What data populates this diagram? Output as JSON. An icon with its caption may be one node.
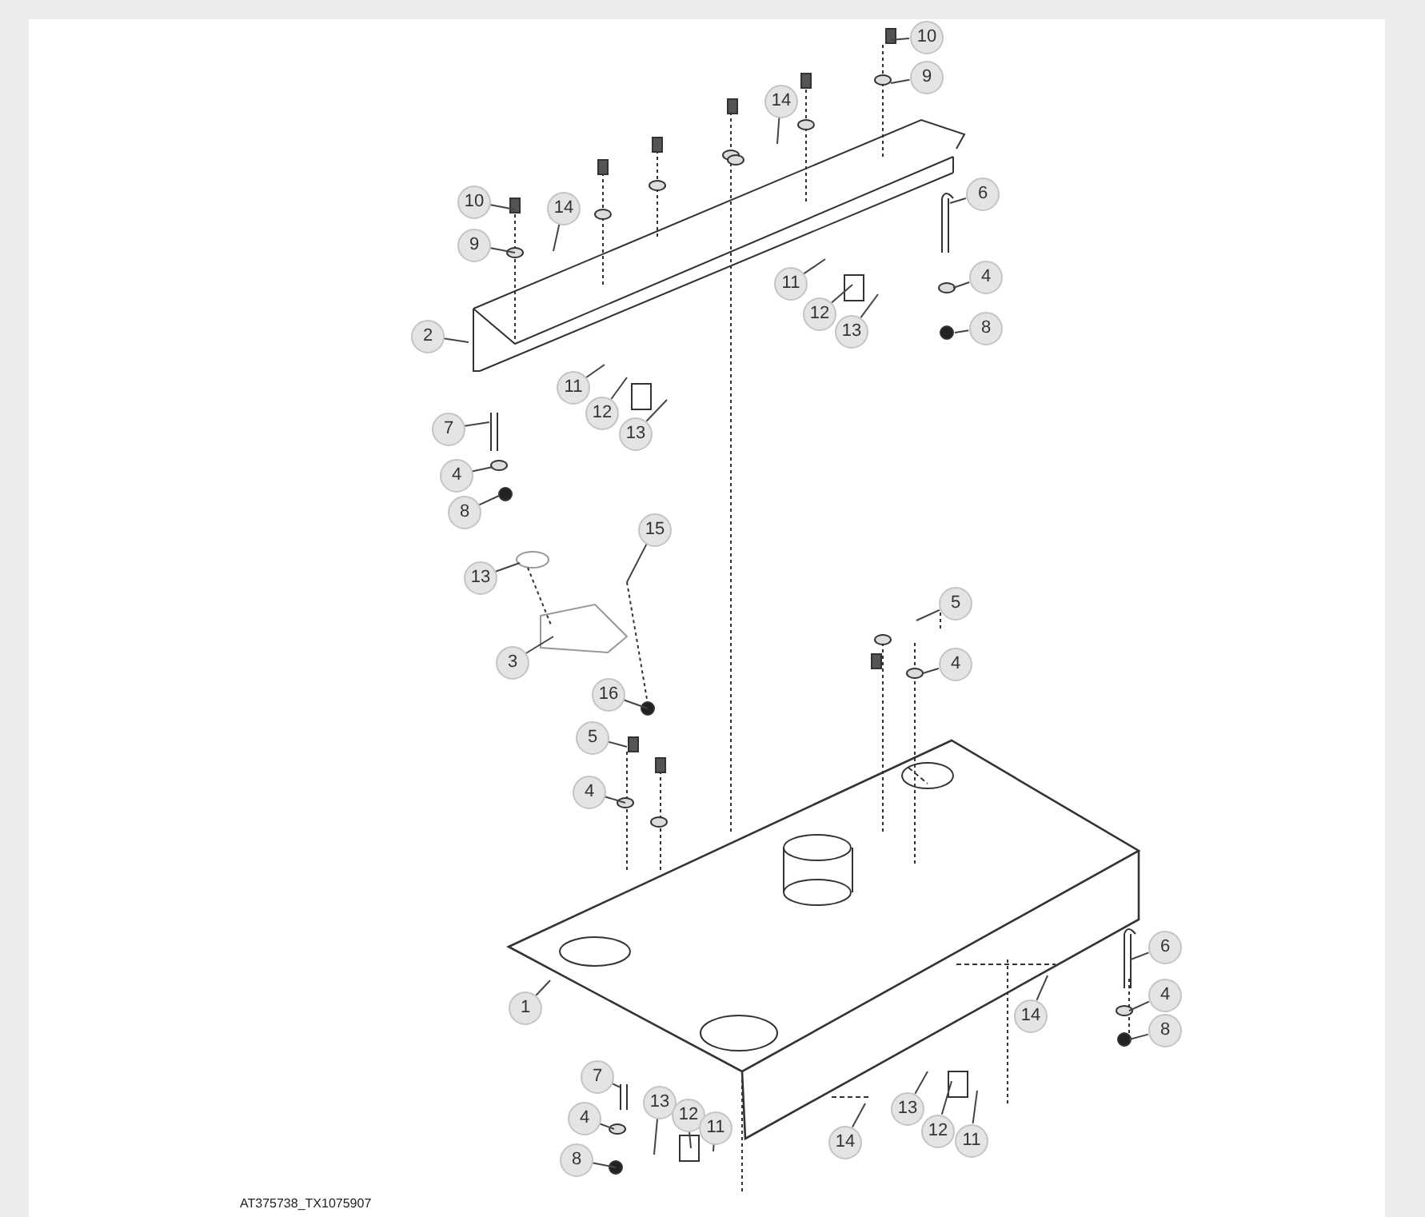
{
  "diagram": {
    "nodes": [
      {
        "text": [
          "10"
        ]
      },
      {
        "text": [
          "9"
        ]
      },
      {
        "text": [
          "14"
        ]
      },
      {
        "text": [
          "10"
        ]
      },
      {
        "text": [
          "14"
        ]
      },
      {
        "text": [
          "9"
        ]
      },
      {
        "text": [
          "6"
        ]
      },
      {
        "text": [
          "11"
        ]
      },
      {
        "text": [
          "4"
        ]
      },
      {
        "text": [
          "12"
        ]
      },
      {
        "text": [
          "13"
        ]
      },
      {
        "text": [
          "8"
        ]
      },
      {
        "text": [
          "2"
        ]
      },
      {
        "text": [
          "11"
        ]
      },
      {
        "text": [
          "12"
        ]
      },
      {
        "text": [
          "13"
        ]
      },
      {
        "text": [
          "7"
        ]
      },
      {
        "text": [
          "4"
        ]
      },
      {
        "text": [
          "8"
        ]
      },
      {
        "text": [
          "15"
        ]
      },
      {
        "text": [
          "13"
        ]
      },
      {
        "text": [
          "5"
        ]
      },
      {
        "text": [
          "3"
        ]
      },
      {
        "text": [
          "4"
        ]
      },
      {
        "text": [
          "16"
        ]
      },
      {
        "text": [
          "5"
        ]
      },
      {
        "text": [
          "4"
        ]
      },
      {
        "text": [
          "1"
        ]
      },
      {
        "text": [
          "6"
        ]
      },
      {
        "text": [
          "14"
        ]
      },
      {
        "text": [
          "4"
        ]
      },
      {
        "text": [
          "8"
        ]
      },
      {
        "text": [
          "7"
        ]
      },
      {
        "text": [
          "13"
        ]
      },
      {
        "text": [
          "12"
        ]
      },
      {
        "text": [
          "4"
        ]
      },
      {
        "text": [
          "11"
        ]
      },
      {
        "text": [
          "14"
        ]
      },
      {
        "text": [
          "13"
        ]
      },
      {
        "text": [
          "8"
        ]
      },
      {
        "text": [
          "12"
        ]
      },
      {
        "text": [
          "11"
        ]
      }
    ],
    "edges": [
      {
        "from": 0,
        "to": null,
        "arrow": "none"
      },
      {
        "from": 1,
        "to": null,
        "arrow": "none"
      },
      {
        "from": 2,
        "to": null,
        "arrow": "none"
      },
      {
        "from": 3,
        "to": null,
        "arrow": "none"
      },
      {
        "from": 4,
        "to": null,
        "arrow": "none"
      },
      {
        "from": 5,
        "to": null,
        "arrow": "none"
      },
      {
        "from": 6,
        "to": null,
        "arrow": "none"
      },
      {
        "from": 7,
        "to": null,
        "arrow": "none"
      },
      {
        "from": 8,
        "to": null,
        "arrow": "none"
      },
      {
        "from": 9,
        "to": null,
        "arrow": "none"
      },
      {
        "from": 10,
        "to": null,
        "arrow": "none"
      },
      {
        "from": 11,
        "to": null,
        "arrow": "none"
      },
      {
        "from": 12,
        "to": null,
        "arrow": "none"
      },
      {
        "from": 13,
        "to": null,
        "arrow": "none"
      },
      {
        "from": 14,
        "to": null,
        "arrow": "none"
      },
      {
        "from": 15,
        "to": null,
        "arrow": "none"
      },
      {
        "from": 16,
        "to": null,
        "arrow": "none"
      },
      {
        "from": 17,
        "to": null,
        "arrow": "none"
      },
      {
        "from": 18,
        "to": null,
        "arrow": "none"
      },
      {
        "from": 19,
        "to": null,
        "arrow": "none"
      },
      {
        "from": 20,
        "to": null,
        "arrow": "none"
      },
      {
        "from": 21,
        "to": null,
        "arrow": "none"
      },
      {
        "from": 22,
        "to": null,
        "arrow": "none"
      },
      {
        "from": 23,
        "to": null,
        "arrow": "none"
      },
      {
        "from": 24,
        "to": null,
        "arrow": "none"
      },
      {
        "from": 25,
        "to": null,
        "arrow": "none"
      },
      {
        "from": 26,
        "to": null,
        "arrow": "none"
      },
      {
        "from": 27,
        "to": null,
        "arrow": "none"
      },
      {
        "from": 28,
        "to": null,
        "arrow": "none"
      },
      {
        "from": 29,
        "to": null,
        "arrow": "none"
      },
      {
        "from": 30,
        "to": null,
        "arrow": "none"
      },
      {
        "from": 31,
        "to": null,
        "arrow": "none"
      },
      {
        "from": 32,
        "to": null,
        "arrow": "none"
      },
      {
        "from": 33,
        "to": null,
        "arrow": "none"
      },
      {
        "from": 34,
        "to": null,
        "arrow": "none"
      },
      {
        "from": 35,
        "to": null,
        "arrow": "none"
      },
      {
        "from": 36,
        "to": null,
        "arrow": "none"
      },
      {
        "from": 37,
        "to": null,
        "arrow": "none"
      },
      {
        "from": 38,
        "to": null,
        "arrow": "none"
      },
      {
        "from": 39,
        "to": null,
        "arrow": "none"
      },
      {
        "from": 40,
        "to": null,
        "arrow": "none"
      },
      {
        "from": 41,
        "to": null,
        "arrow": "none"
      }
    ],
    "labels": [
      "AT375738_TX1075907"
    ]
  }
}
